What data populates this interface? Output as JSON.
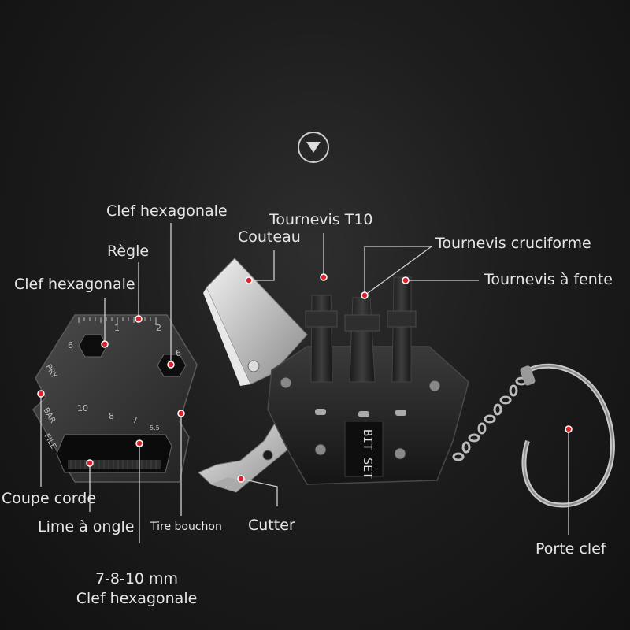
{
  "labels": {
    "clef_hex_top": "Clef hexagonale",
    "regle": "Règle",
    "clef_hex_left": "Clef hexagonale",
    "couteau": "Couteau",
    "tournevis_t10": "Tournevis T10",
    "tournevis_cruciforme": "Tournevis cruciforme",
    "tournevis_fente": "Tournevis à fente",
    "coupe_corde": "Coupe corde",
    "lime_ongle": "Lime à ongle",
    "tire_bouchon": "Tire bouchon",
    "cutter": "Cutter",
    "porte_clef": "Porte clef",
    "clef_bottom_size": "7-8-10 mm",
    "clef_bottom_name": "Clef hexagonale"
  },
  "card_marks": {
    "ruler_1": "1",
    "ruler_2": "2",
    "hex_left": "6",
    "hex_right": "6",
    "pry": "PRY",
    "bar": "BAR",
    "file": "FILE",
    "n10": "10",
    "n8": "8",
    "n7": "7",
    "n55": "5.5"
  },
  "bit_set_text": "BIT SET",
  "icons": {
    "nav": "chevron-down-circle-icon"
  },
  "colors": {
    "marker": "#e0202a",
    "leader": "#cfcfcf",
    "text": "#e6e6e6"
  }
}
